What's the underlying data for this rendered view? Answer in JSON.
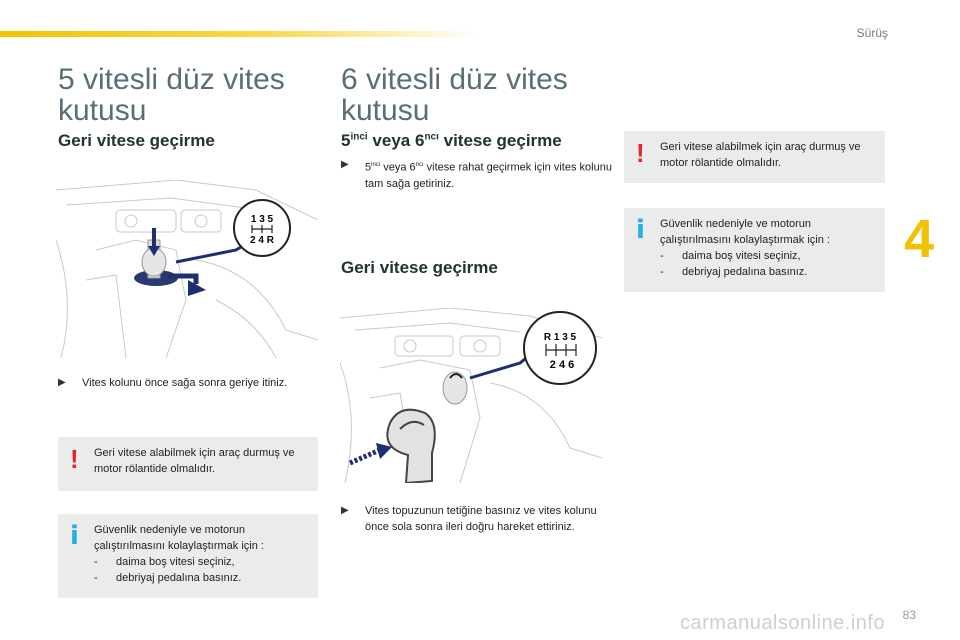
{
  "header": {
    "section": "Sürüş",
    "chapter": "4"
  },
  "footer": {
    "page_number": "83",
    "watermark": "carmanualsonline.info"
  },
  "left": {
    "title": "5 vitesli düz vites kutusu",
    "subtitle": "Geri vitese geçirme",
    "gear_labels": [
      "1 3 5",
      "2 4 R"
    ],
    "instruction": "Vites kolunu önce sağa sonra geriye itiniz.",
    "warning": "Geri vitese alabilmek için araç durmuş ve motor rölantide olmalıdır.",
    "info_intro": "Güvenlik nedeniyle ve motorun çalıştırılmasını kolaylaştırmak için :",
    "info_items": [
      "daima boş vitesi seçiniz,",
      "debriyaj pedalına basınız."
    ]
  },
  "middle": {
    "title": "6 vitesli düz vites kutusu",
    "subtitle1_a": "5",
    "subtitle1_sup1": "inci",
    "subtitle1_b": " veya 6",
    "subtitle1_sup2": "ncı",
    "subtitle1_c": " vitese geçirme",
    "instruction1_a": "5",
    "instruction1_sup1": "inci",
    "instruction1_b": " veya 6",
    "instruction1_sup2": "ncı",
    "instruction1_c": " vitese rahat geçirmek için vites kolunu tam sağa getiriniz.",
    "subtitle2": "Geri vitese geçirme",
    "gear_labels": [
      "R 1 3 5",
      "2 4 6"
    ],
    "instruction2": "Vites topuzunun tetiğine basınız ve vites kolunu önce sola sonra ileri doğru hareket ettiriniz."
  },
  "right": {
    "warning": "Geri vitese alabilmek için araç durmuş ve motor rölantide olmalıdır.",
    "info_intro": "Güvenlik nedeniyle ve motorun çalıştırılmasını kolaylaştırmak için :",
    "info_items": [
      "daima boş vitesi seçiniz,",
      "debriyaj pedalına basınız."
    ]
  },
  "icons": {
    "bullet": "arrow-right-icon",
    "warning": "exclamation-icon",
    "info": "info-icon"
  },
  "colors": {
    "accent_yellow": "#f2c200",
    "warning_red": "#e5242b",
    "info_blue": "#24aee4",
    "note_bg": "#e9eceb",
    "arrow_navy": "#1d2f6e"
  }
}
